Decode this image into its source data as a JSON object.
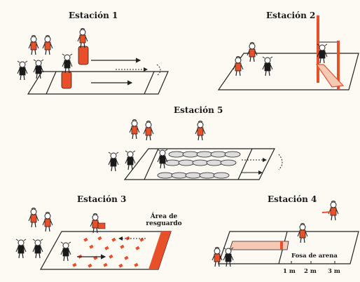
{
  "stations": {
    "s1": {
      "title": "Estación 1"
    },
    "s2": {
      "title": "Estación 2"
    },
    "s5": {
      "title": "Estación 5"
    },
    "s3": {
      "title": "Estación 3",
      "zone_label_1": "Área de",
      "zone_label_2": "resguardo"
    },
    "s4": {
      "title": "Estación 4",
      "pit_label": "Fosa de arena",
      "marks": [
        "1 m",
        "2 m",
        "3 m"
      ]
    }
  },
  "colors": {
    "accent": "#e8502a",
    "line": "#222222",
    "shirt_dark": "#1a1a1a",
    "background": "#fdfaf4",
    "runway": "#f6c9b4"
  }
}
